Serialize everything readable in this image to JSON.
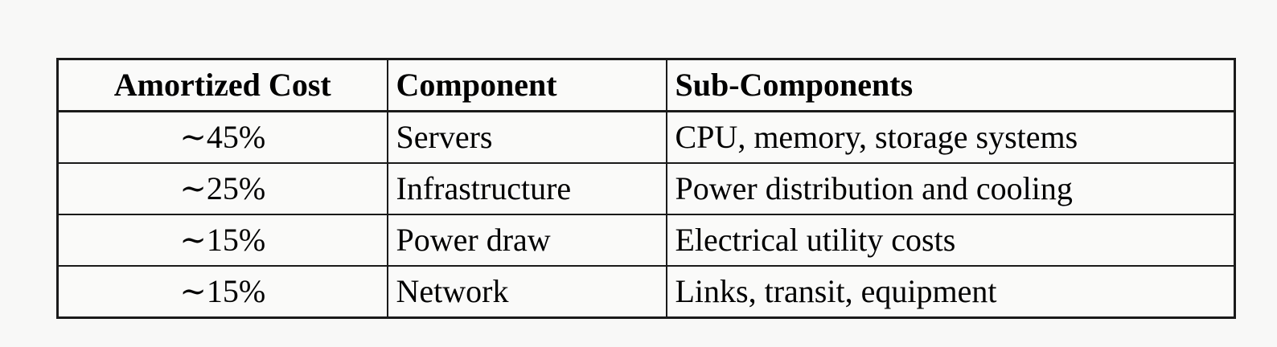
{
  "page": {
    "background_color": "#f8f8f7",
    "table_background_color": "#fafaf9",
    "border_color": "#1a1a1a",
    "text_color": "#000000"
  },
  "table": {
    "headers": [
      "Amortized Cost",
      "Component",
      "Sub-Components"
    ],
    "rows": [
      [
        "∼45%",
        "Servers",
        "CPU, memory, storage systems"
      ],
      [
        "∼25%",
        "Infrastructure",
        "Power distribution and cooling"
      ],
      [
        "∼15%",
        "Power draw",
        "Electrical utility costs"
      ],
      [
        "∼15%",
        "Network",
        "Links, transit, equipment"
      ]
    ]
  }
}
